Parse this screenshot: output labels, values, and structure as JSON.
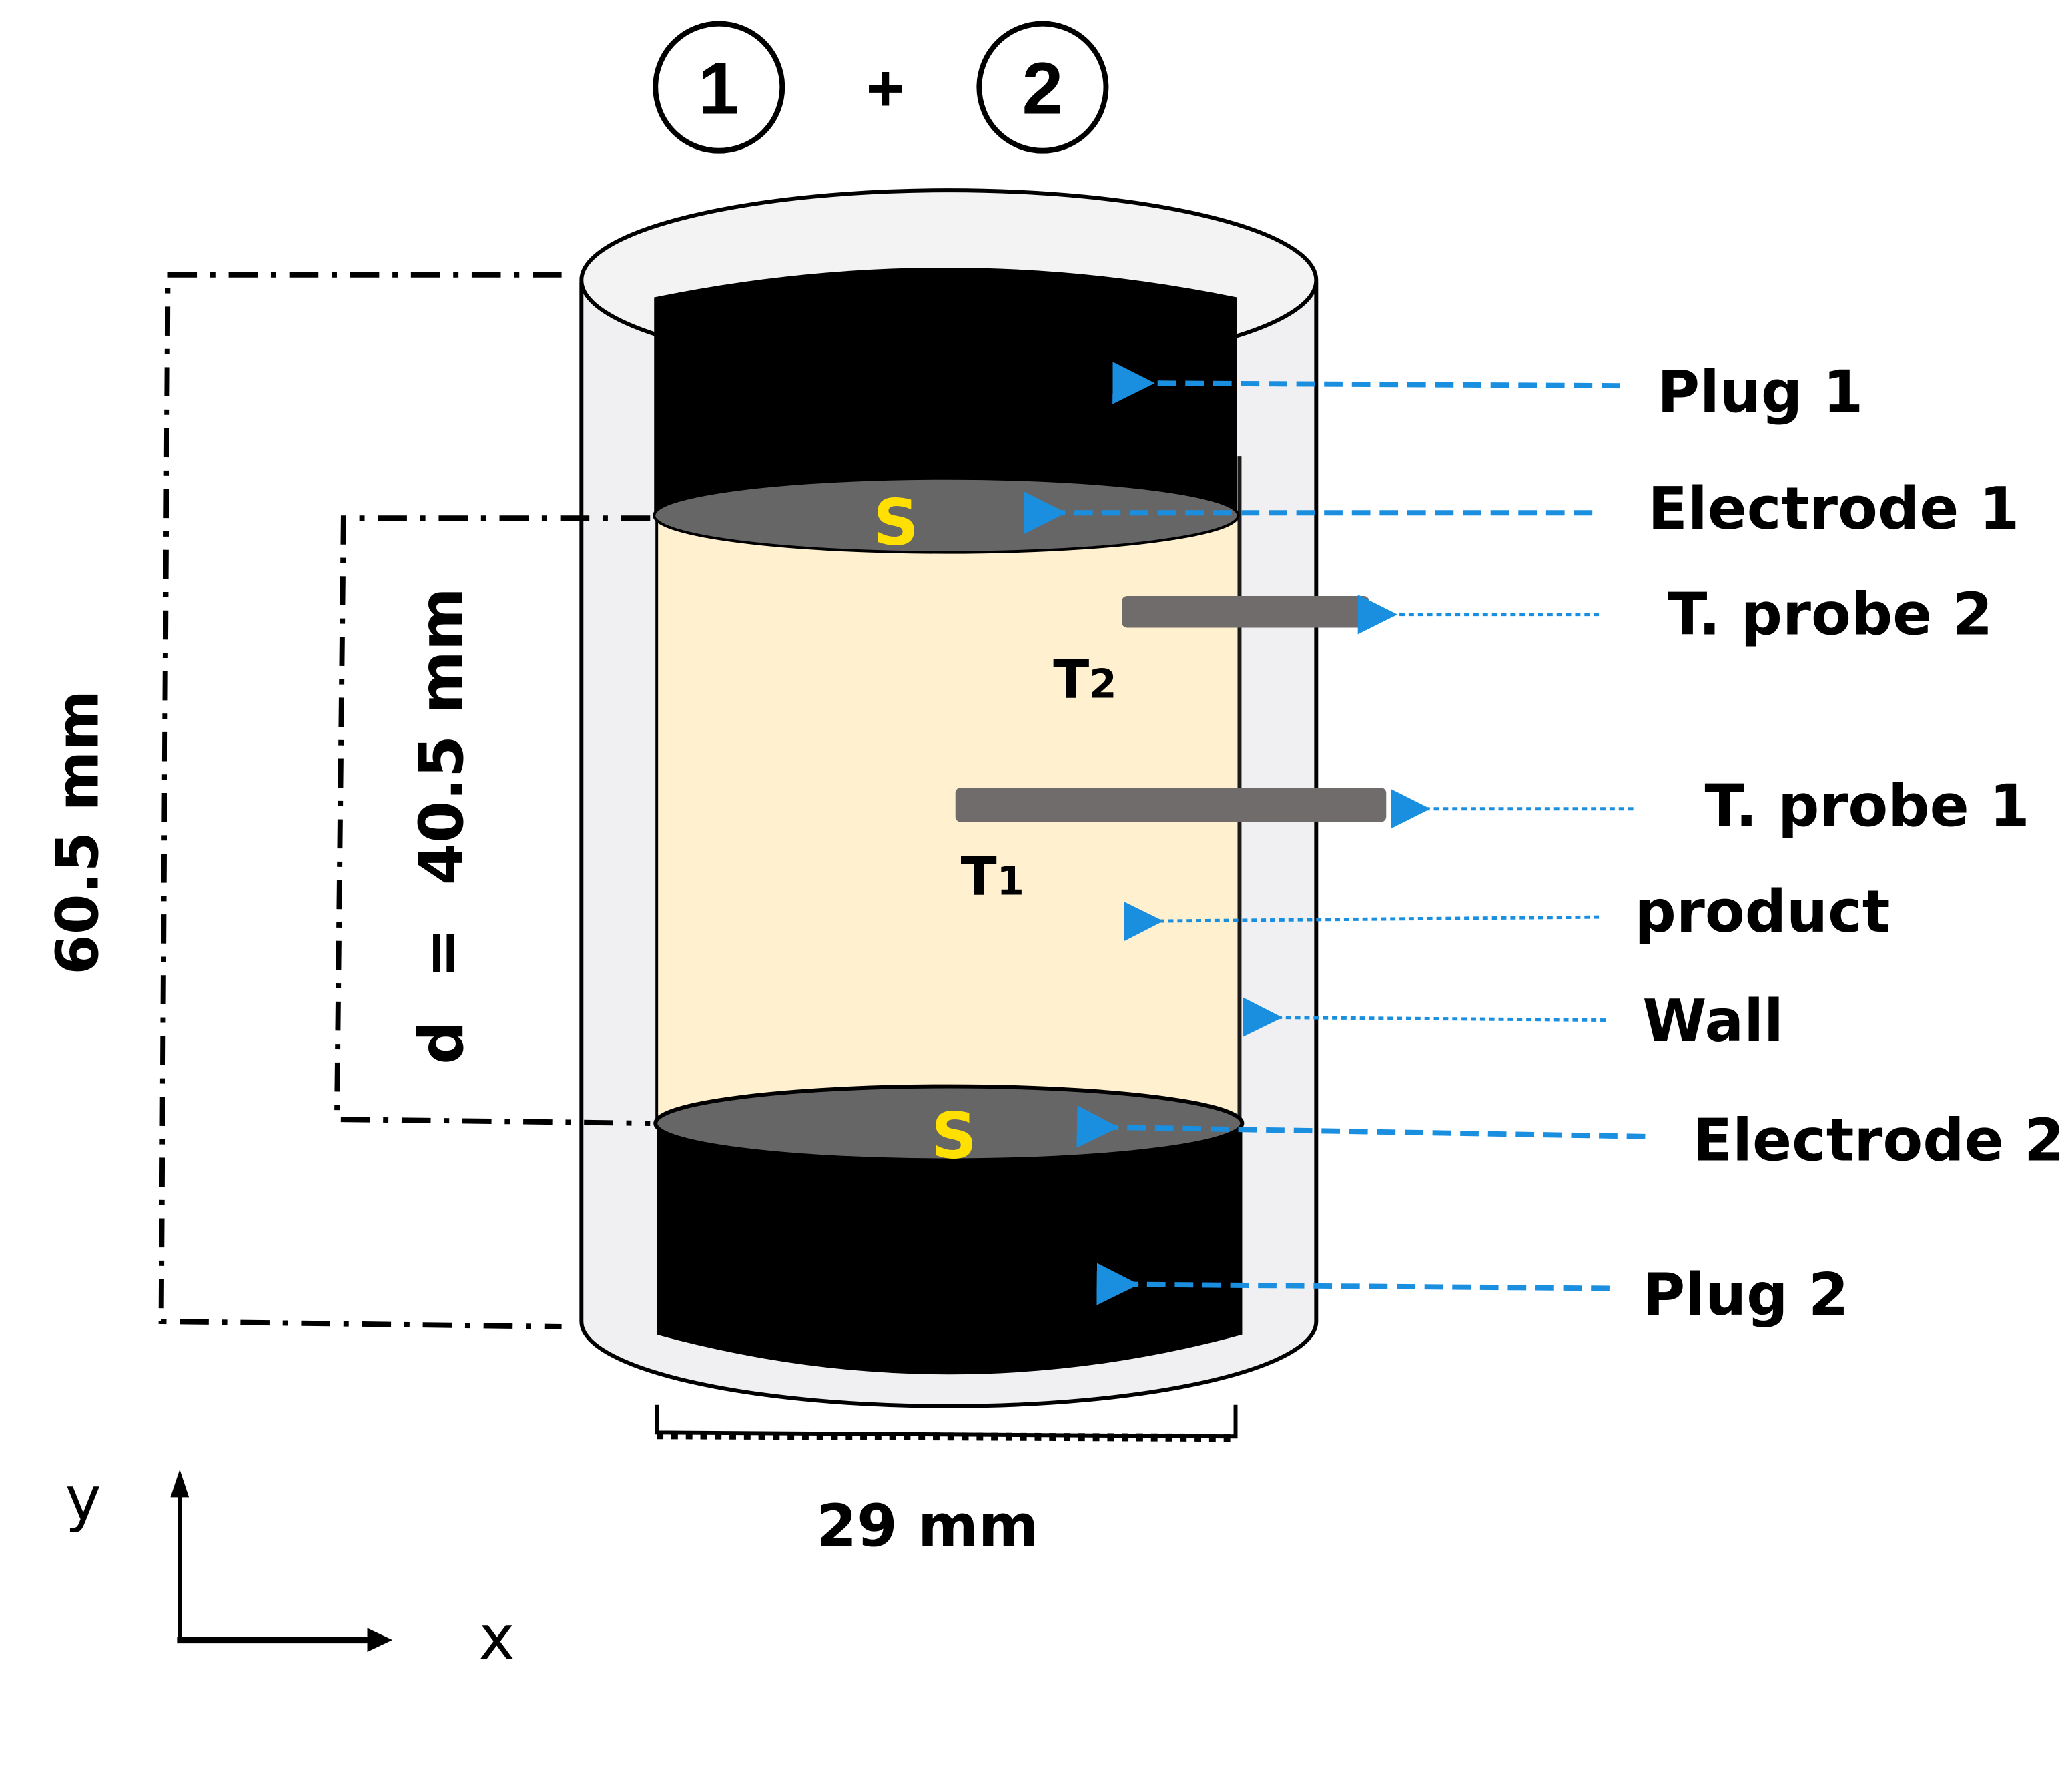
{
  "header": {
    "circle_1": "1",
    "plus": "+",
    "circle_2": "2"
  },
  "dimensions": {
    "total_height": "60.5 mm",
    "electrode_gap": "d  =  40.5 mm",
    "diameter": "29 mm"
  },
  "surface_symbols": {
    "electrode_1": "S",
    "electrode_2": "S"
  },
  "probe_tags": {
    "t2_main": "T",
    "t2_sub": "2",
    "t1_main": "T",
    "t1_sub": "1"
  },
  "callouts": [
    {
      "id": "plug-1",
      "label": "Plug 1"
    },
    {
      "id": "electrode-1",
      "label": "Electrode 1"
    },
    {
      "id": "t-probe-2",
      "label": "T. probe 2"
    },
    {
      "id": "t-probe-1",
      "label": "T. probe 1"
    },
    {
      "id": "product",
      "label": "product"
    },
    {
      "id": "wall",
      "label": "Wall"
    },
    {
      "id": "electrode-2",
      "label": "Electrode 2"
    },
    {
      "id": "plug-2",
      "label": "Plug 2"
    }
  ],
  "axes": {
    "y_label": "y",
    "x_label": "x"
  },
  "colors": {
    "product": "#fff1d0",
    "wall": "#f0f0f2",
    "plug": "#000000",
    "electrode": "#666666",
    "probe": "#716c6c",
    "arrow": "#1a8fe0",
    "symbol": "#ffe000"
  }
}
